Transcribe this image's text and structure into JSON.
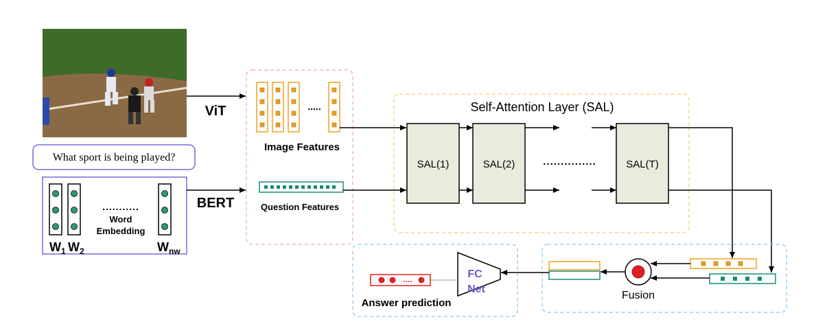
{
  "photo": {
    "alt_scene": "baseball-game-photo",
    "colors": {
      "grass": "#3f6b2a",
      "dirt": "#8a6a45",
      "chalk": "#e8e0d0"
    }
  },
  "question": {
    "text": "What sport is being played?"
  },
  "encoders": {
    "image": "ViT",
    "text": "BERT"
  },
  "word_embedding": {
    "label_line1": "Word",
    "label_line2": "Embedding",
    "tokens": [
      {
        "main": "W",
        "sub": "1"
      },
      {
        "main": "W",
        "sub": "2"
      },
      {
        "main": "W",
        "sub": "nw"
      }
    ],
    "dots": "..........."
  },
  "features": {
    "image_label": "Image Features",
    "question_label": "Question Features",
    "image_dots": "....."
  },
  "sal": {
    "title": "Self-Attention Layer (SAL)",
    "blocks": [
      "SAL(1)",
      "SAL(2)",
      "SAL(T)"
    ],
    "dots": "..............."
  },
  "fusion": {
    "label": "Fusion"
  },
  "fcnet": {
    "line1": "FC",
    "line2": "Net"
  },
  "answer": {
    "label": "Answer prediction"
  },
  "colors": {
    "orange": "#f0a020",
    "teal": "#1a8a78",
    "purple_box": "#7a6ad6",
    "pink_dash": "#f0b0e0",
    "yellow_dash": "#f2d88a",
    "blue_dash": "#9fd0f0",
    "sal_fill": "#ebebdd",
    "fc_text": "#6a5acd",
    "red": "#e02020",
    "green_dot": "#2a9a7a"
  }
}
